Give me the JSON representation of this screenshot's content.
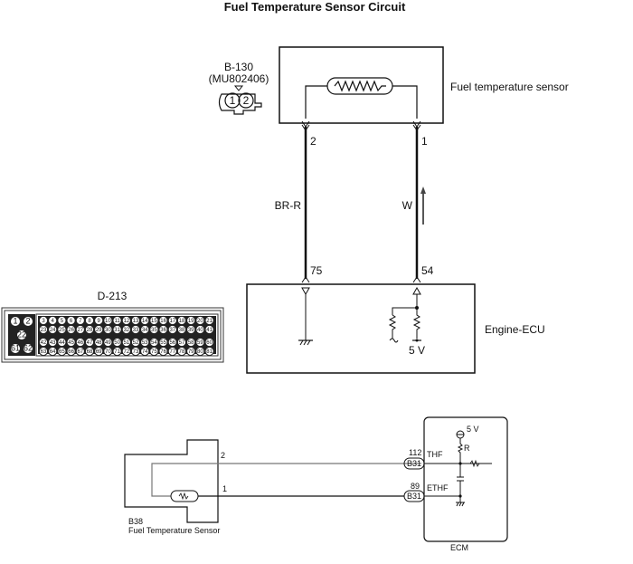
{
  "title": "Fuel Temperature Sensor Circuit",
  "top_diagram": {
    "connector_b130": {
      "id": "B-130",
      "part": "(MU802406)",
      "pins": [
        "1",
        "2"
      ]
    },
    "sensor_label": "Fuel temperature sensor",
    "sensor_pin_left": "2",
    "sensor_pin_right": "1",
    "wire_left_color": "BR-R",
    "wire_right_color": "W",
    "ecu_pin_left": "75",
    "ecu_pin_right": "54",
    "ecu_label": "Engine-ECU",
    "ecu_voltage": "5 V"
  },
  "connector_d213": {
    "id": "D-213",
    "left_block_pins": [
      "1",
      "2",
      "22",
      "61",
      "62"
    ],
    "rows": [
      {
        "start": 3,
        "end": 21
      },
      {
        "start": 23,
        "end": 41
      },
      {
        "start": 42,
        "end": 60
      },
      {
        "start": 63,
        "end": 81
      }
    ]
  },
  "bottom_diagram": {
    "sensor_connector": "B38",
    "sensor_name": "Fuel Temperature Sensor",
    "sensor_pin_upper": "2",
    "sensor_pin_lower": "1",
    "ecm_pin_thf": "112",
    "ecm_signal_thf": "THF",
    "ecm_pin_ethf": "89",
    "ecm_signal_ethf": "ETHF",
    "ecm_connector": "B31",
    "ecm_voltage": "5 V",
    "resistor_label": "R",
    "ecm_label": "ECM"
  }
}
